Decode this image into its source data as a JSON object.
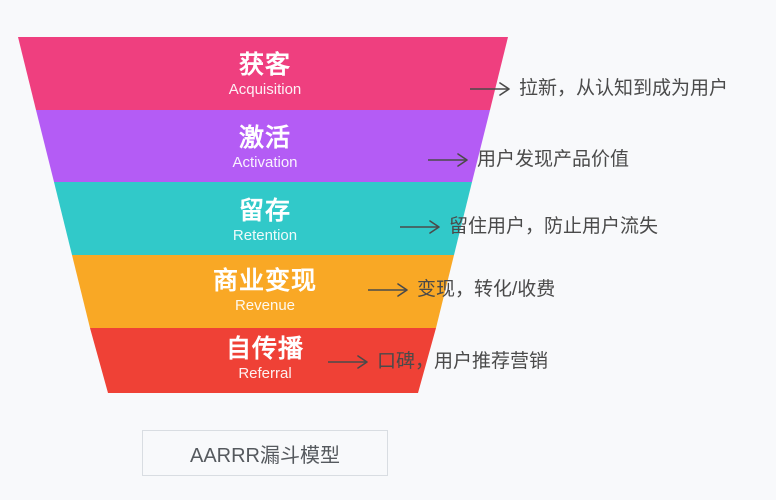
{
  "background_color": "#f8f9fb",
  "diagram": {
    "title_caption": "AARRR漏斗模型",
    "arrow_color": "#4a4a4a",
    "annotation_color": "#4a4a4a",
    "stages": [
      {
        "cn": "获客",
        "en": "Acquisition",
        "color": "#ef3f7f",
        "annotation": "拉新，从认知到成为用户"
      },
      {
        "cn": "激活",
        "en": "Activation",
        "color": "#b45cf5",
        "annotation": "用户发现产品价值"
      },
      {
        "cn": "留存",
        "en": "Retention",
        "color": "#31c9c9",
        "annotation": "留住用户，防止用户流失"
      },
      {
        "cn": "商业变现",
        "en": "Revenue",
        "color": "#f9a825",
        "annotation": "变现，转化/收费"
      },
      {
        "cn": "自传播",
        "en": "Referral",
        "color": "#ef4136",
        "annotation": "口碑，用户推荐营销"
      }
    ]
  },
  "chart_data": {
    "type": "funnel",
    "title": "AARRR漏斗模型",
    "categories": [
      "获客 Acquisition",
      "激活 Activation",
      "留存 Retention",
      "商业变现 Revenue",
      "自传播 Referral"
    ],
    "widths": [
      490,
      417,
      344,
      271,
      198
    ],
    "colors": [
      "#ef3f7f",
      "#b45cf5",
      "#31c9c9",
      "#f9a825",
      "#ef4136"
    ],
    "annotations": [
      "拉新，从认知到成为用户",
      "用户发现产品价值",
      "留住用户，防止用户流失",
      "变现，转化/收费",
      "口碑，用户推荐营销"
    ],
    "legend_position": "none",
    "grid": false
  }
}
